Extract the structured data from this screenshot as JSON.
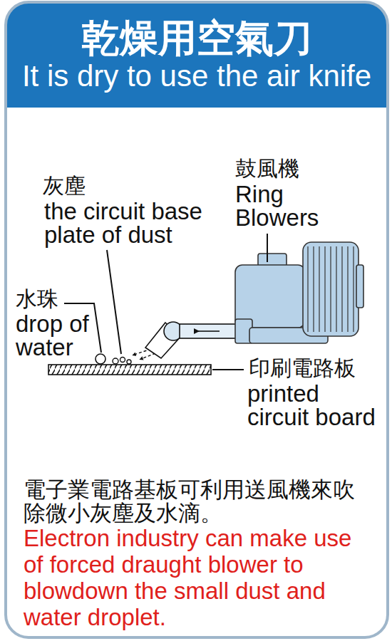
{
  "diagram": {
    "caption": "電子業電路基板可利用送風機來吹除微小灰塵及水滴。",
    "nodes": [
      {
        "text": [
          "乾燥用空氣刀",
          "It is dry to use the air knife"
        ]
      }
    ],
    "labels": [
      "鼓風機",
      "Ring Blowers",
      "灰塵",
      "the circuit base plate of dust",
      "水珠",
      "drop of water",
      "印刷電路板",
      "printed circuit board",
      "Electron industry can make use of forced draught blower to blowdown the small dust and water droplet."
    ]
  }
}
